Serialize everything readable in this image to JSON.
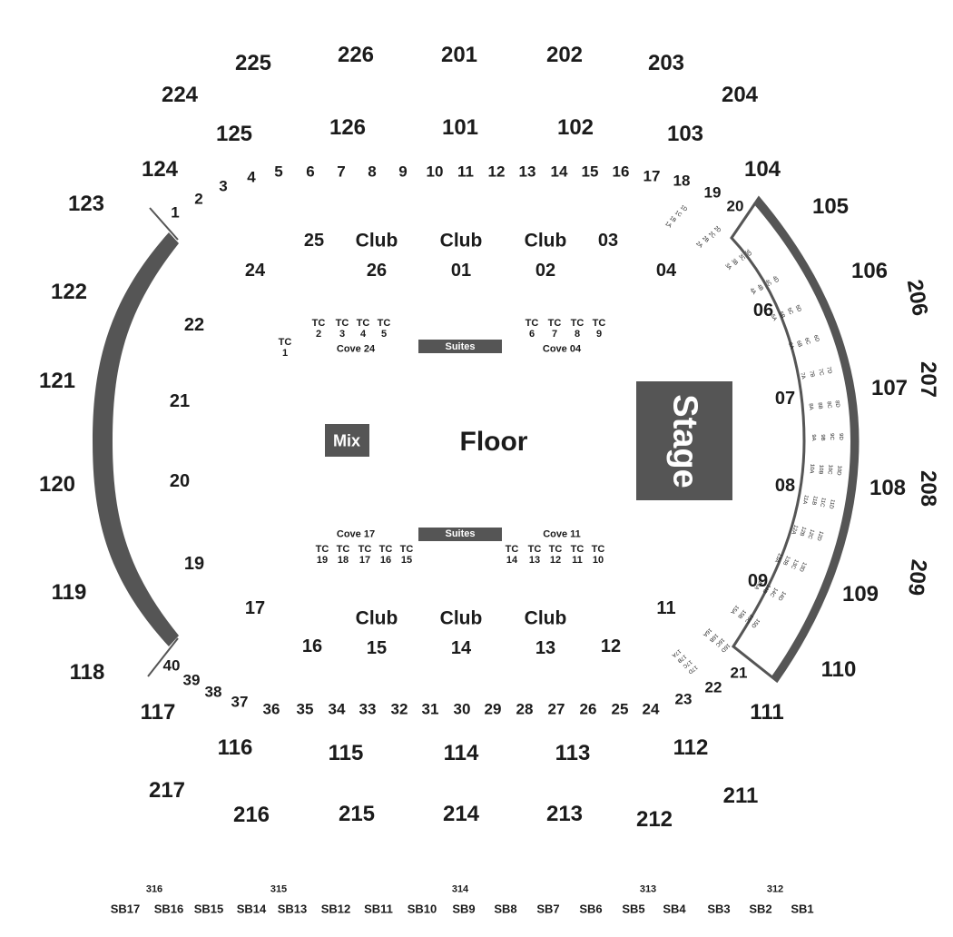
{
  "colors": {
    "structure": "#555555",
    "text": "#1b1b1b",
    "background": "#ffffff"
  },
  "venue": {
    "floor_label": "Floor",
    "stage_label": "Stage",
    "mix_label": "Mix",
    "suites_label": "Suites",
    "club_label": "Club"
  },
  "sections_200": [
    "225",
    "226",
    "201",
    "202",
    "203",
    "224",
    "204",
    "123",
    "105",
    "122",
    "206",
    "121",
    "207",
    "120",
    "208",
    "119",
    "209",
    "118",
    "110",
    "117",
    "111",
    "217",
    "211",
    "216",
    "215",
    "214",
    "213",
    "212"
  ],
  "sections_100": [
    "125",
    "126",
    "101",
    "102",
    "103",
    "124",
    "104",
    "106",
    "107",
    "108",
    "109",
    "116",
    "115",
    "114",
    "113",
    "112"
  ],
  "rows": [
    "1",
    "2",
    "3",
    "4",
    "5",
    "6",
    "7",
    "8",
    "9",
    "10",
    "11",
    "12",
    "13",
    "14",
    "15",
    "16",
    "17",
    "18",
    "19",
    "20",
    "21",
    "22",
    "23",
    "24",
    "25",
    "26",
    "27",
    "28",
    "29",
    "30",
    "31",
    "32",
    "33",
    "34",
    "35",
    "36",
    "37",
    "38",
    "39",
    "40"
  ],
  "inner_sections": [
    "25",
    "26",
    "01",
    "02",
    "03",
    "24",
    "04",
    "22",
    "06",
    "21",
    "07",
    "20",
    "08",
    "19",
    "09",
    "17",
    "11",
    "16",
    "15",
    "14",
    "13",
    "12"
  ],
  "club_sections": [
    "Club",
    "Club",
    "Club",
    "Club",
    "Club",
    "Club"
  ],
  "tc_top": [
    "TC 2",
    "TC 3",
    "TC 4",
    "TC 5",
    "TC 1",
    "TC 6",
    "TC 7",
    "TC 8",
    "TC 9"
  ],
  "tc_bottom": [
    "TC 19",
    "TC 18",
    "TC 17",
    "TC 16",
    "TC 15",
    "TC 14",
    "TC 13",
    "TC 12",
    "TC 11",
    "TC 10"
  ],
  "coves": [
    "Cove 24",
    "Cove 04",
    "Cove 17",
    "Cove 11"
  ],
  "suites": [
    "Suites",
    "Suites"
  ],
  "box_seats": [
    [
      "1A",
      "1B",
      "1C",
      "1D"
    ],
    [
      "2A",
      "2B",
      "2C",
      "2D"
    ],
    [
      "3A",
      "3B",
      "3C",
      "3D"
    ],
    [
      "4A",
      "4B",
      "4C",
      "4D"
    ],
    [
      "5A",
      "5B",
      "5C",
      "5D"
    ],
    [
      "6A",
      "6B",
      "6C",
      "6D"
    ],
    [
      "7A",
      "7B",
      "7C",
      "7D"
    ],
    [
      "8A",
      "8B",
      "8C",
      "8D"
    ],
    [
      "9A",
      "9B",
      "9C",
      "9D"
    ],
    [
      "10A",
      "10B",
      "10C",
      "10D"
    ],
    [
      "11A",
      "11B",
      "11C",
      "11D"
    ],
    [
      "12A",
      "12B",
      "12C",
      "12D"
    ],
    [
      "13A",
      "13B",
      "13C",
      "13D"
    ],
    [
      "14A",
      "14B",
      "14C",
      "14D"
    ],
    [
      "15A",
      "15B",
      "15C",
      "15D"
    ],
    [
      "16A",
      "16B",
      "16C",
      "16D"
    ],
    [
      "17A",
      "17B",
      "17C",
      "17D"
    ]
  ],
  "sections_300": [
    "316",
    "315",
    "314",
    "313",
    "312"
  ],
  "skyboxes": [
    "SB17",
    "SB16",
    "SB15",
    "SB14",
    "SB13",
    "SB12",
    "SB11",
    "SB10",
    "SB9",
    "SB8",
    "SB7",
    "SB6",
    "SB5",
    "SB4",
    "SB3",
    "SB2",
    "SB1"
  ]
}
